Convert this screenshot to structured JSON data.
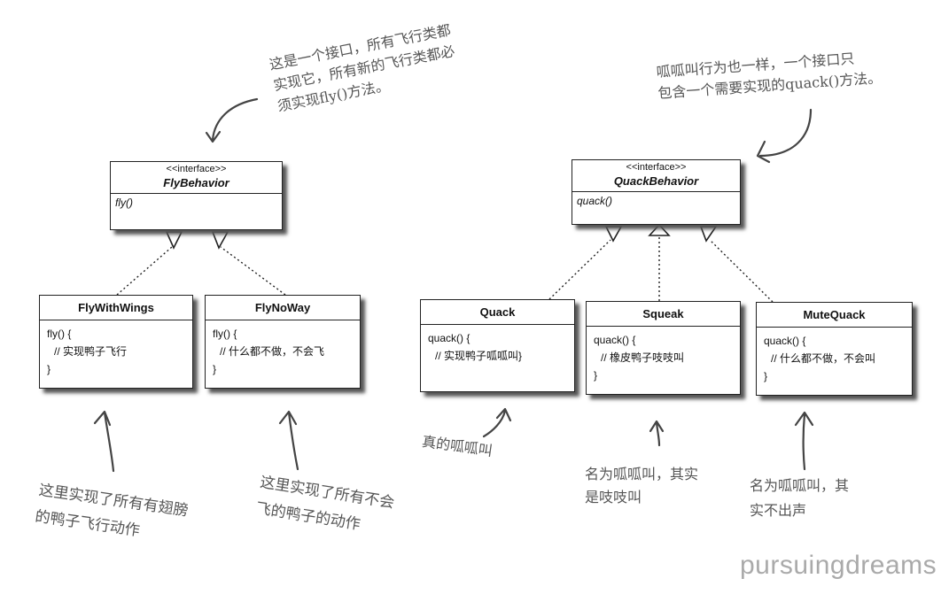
{
  "fly_interface": {
    "stereotype": "<<interface>>",
    "name": "FlyBehavior",
    "method": "fly()"
  },
  "quack_interface": {
    "stereotype": "<<interface>>",
    "name": "QuackBehavior",
    "method": "quack()"
  },
  "classes": [
    {
      "name": "FlyWithWings",
      "lines": [
        "fly() {",
        "// 实现鸭子飞行",
        "}"
      ]
    },
    {
      "name": "FlyNoWay",
      "lines": [
        "fly() {",
        "// 什么都不做，不会飞",
        "}"
      ]
    },
    {
      "name": "Quack",
      "lines": [
        "quack() {",
        "// 实现鸭子呱呱叫}"
      ]
    },
    {
      "name": "Squeak",
      "lines": [
        "quack() {",
        "// 橡皮鸭子吱吱叫",
        "}"
      ]
    },
    {
      "name": "MuteQuack",
      "lines": [
        "quack() {",
        "// 什么都不做，不会叫",
        "}"
      ]
    }
  ],
  "notes": {
    "fly_interface": "这是一个接口，所有飞行类都\n实现它，所有新的飞行类都必\n须实现fly()方法。",
    "quack_interface": "呱呱叫行为也一样，一个接口只\n包含一个需要实现的quack()方法。",
    "fly_with_wings": "这里实现了所有有翅膀\n的鸭子飞行动作",
    "fly_no_way": "这里实现了所有不会\n飞的鸭子的动作",
    "quack": "真的呱呱叫",
    "squeak": "名为呱呱叫，其实\n是吱吱叫",
    "mute_quack": "名为呱呱叫，其\n实不出声"
  },
  "watermark": "pursuingdreams"
}
